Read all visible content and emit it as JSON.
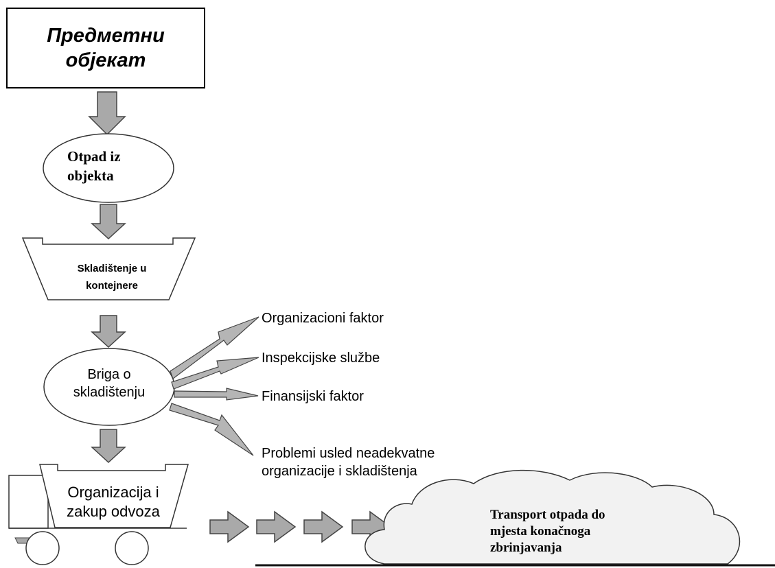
{
  "title_box": {
    "text": "Предметни\nобјекат"
  },
  "nodes": {
    "otpad": "Otpad iz\nobjekta",
    "skladistenje": "Skladištenje u\nkontejnere",
    "briga": "Briga o\nskladištenju",
    "organizacija": "Organizacija i\nzakup odvoza",
    "transport": "Transport otpada do\nmjesta konačnoga\nzbrinjavanja"
  },
  "factors": [
    "Organizacioni faktor",
    "Inspekcijske službe",
    "Finansijski faktor",
    "Problemi usled neadekvatne\norganizacije i skladištenja"
  ],
  "colors": {
    "arrow_fill": "#a9a9a9",
    "arrow_stroke": "#444444",
    "shape_stroke": "#333333",
    "shape_fill": "#ffffff",
    "cloud_fill": "#f2f2f2"
  }
}
